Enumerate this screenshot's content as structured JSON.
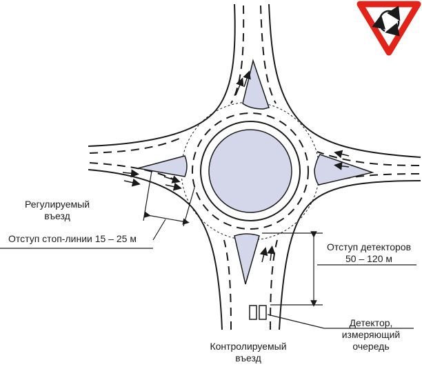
{
  "labels": {
    "regulated_entry_line1": "Регулируемый",
    "regulated_entry_line2": "въезд",
    "stop_line_offset": "Отступ стоп-линии 15 – 25 м",
    "detector_offset_line1": "Отступ детекторов",
    "detector_offset_line2": "50 – 120 м",
    "detector_line1": "Детектор,",
    "detector_line2": "измеряющий",
    "detector_line3": "очередь",
    "controlled_entry_line1": "Контролируемый",
    "controlled_entry_line2": "въезд"
  },
  "sign": {
    "icon": "roundabout-yield-sign-icon",
    "border_color": "#e2231a"
  },
  "colors": {
    "island_fill": "#d4d6ea",
    "line": "#1a1a1a"
  }
}
